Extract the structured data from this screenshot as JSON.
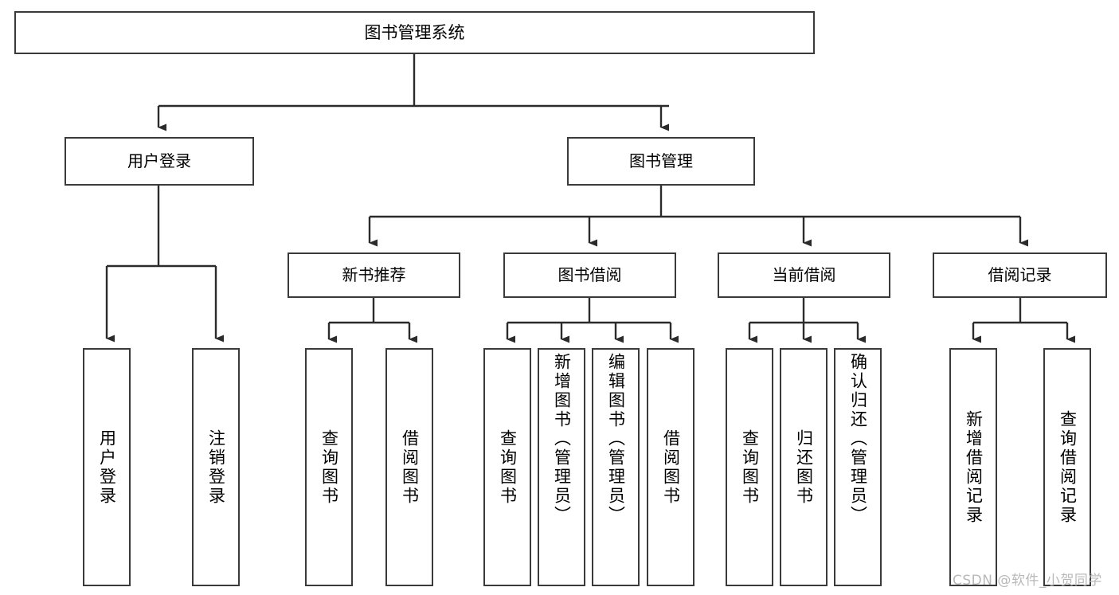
{
  "diagram": {
    "title": "图书管理系统",
    "type": "functional-structure-tree",
    "watermark": "CSDN @软件_小贺同学",
    "colors": {
      "box_border": "#3a3a3a",
      "box_fill": "#ffffff",
      "text": "#000000",
      "connector": "#2b2b2b",
      "watermark": "#b9b9b9"
    },
    "root": {
      "label": "图书管理系统"
    },
    "level1": [
      {
        "id": "user-login",
        "label": "用户登录"
      },
      {
        "id": "book-manage",
        "label": "图书管理"
      }
    ],
    "level2": [
      {
        "id": "new-book-rec",
        "label": "新书推荐",
        "parent": "book-manage"
      },
      {
        "id": "book-borrow",
        "label": "图书借阅",
        "parent": "book-manage"
      },
      {
        "id": "current-borrow",
        "label": "当前借阅",
        "parent": "book-manage"
      },
      {
        "id": "borrow-record",
        "label": "借阅记录",
        "parent": "book-manage"
      }
    ],
    "leaves": [
      {
        "id": "leaf-user-login",
        "label": "用户登录",
        "parent": "user-login"
      },
      {
        "id": "leaf-user-logout",
        "label": "注销登录",
        "parent": "user-login"
      },
      {
        "id": "leaf-query-book-1",
        "label": "查询图书",
        "parent": "new-book-rec"
      },
      {
        "id": "leaf-borrow-book-1",
        "label": "借阅图书",
        "parent": "new-book-rec"
      },
      {
        "id": "leaf-query-book-2",
        "label": "查询图书",
        "parent": "book-borrow"
      },
      {
        "id": "leaf-add-book",
        "label": "新增图书（管理员）",
        "parent": "book-borrow"
      },
      {
        "id": "leaf-edit-book",
        "label": "编辑图书（管理员）",
        "parent": "book-borrow"
      },
      {
        "id": "leaf-borrow-book-2",
        "label": "借阅图书",
        "parent": "book-borrow"
      },
      {
        "id": "leaf-query-book-3",
        "label": "查询图书",
        "parent": "current-borrow"
      },
      {
        "id": "leaf-return-book",
        "label": "归还图书",
        "parent": "current-borrow"
      },
      {
        "id": "leaf-confirm-return",
        "label": "确认归还（管理员）",
        "parent": "current-borrow"
      },
      {
        "id": "leaf-add-record",
        "label": "新增借阅记录",
        "parent": "borrow-record"
      },
      {
        "id": "leaf-query-record",
        "label": "查询借阅记录",
        "parent": "borrow-record"
      }
    ]
  }
}
